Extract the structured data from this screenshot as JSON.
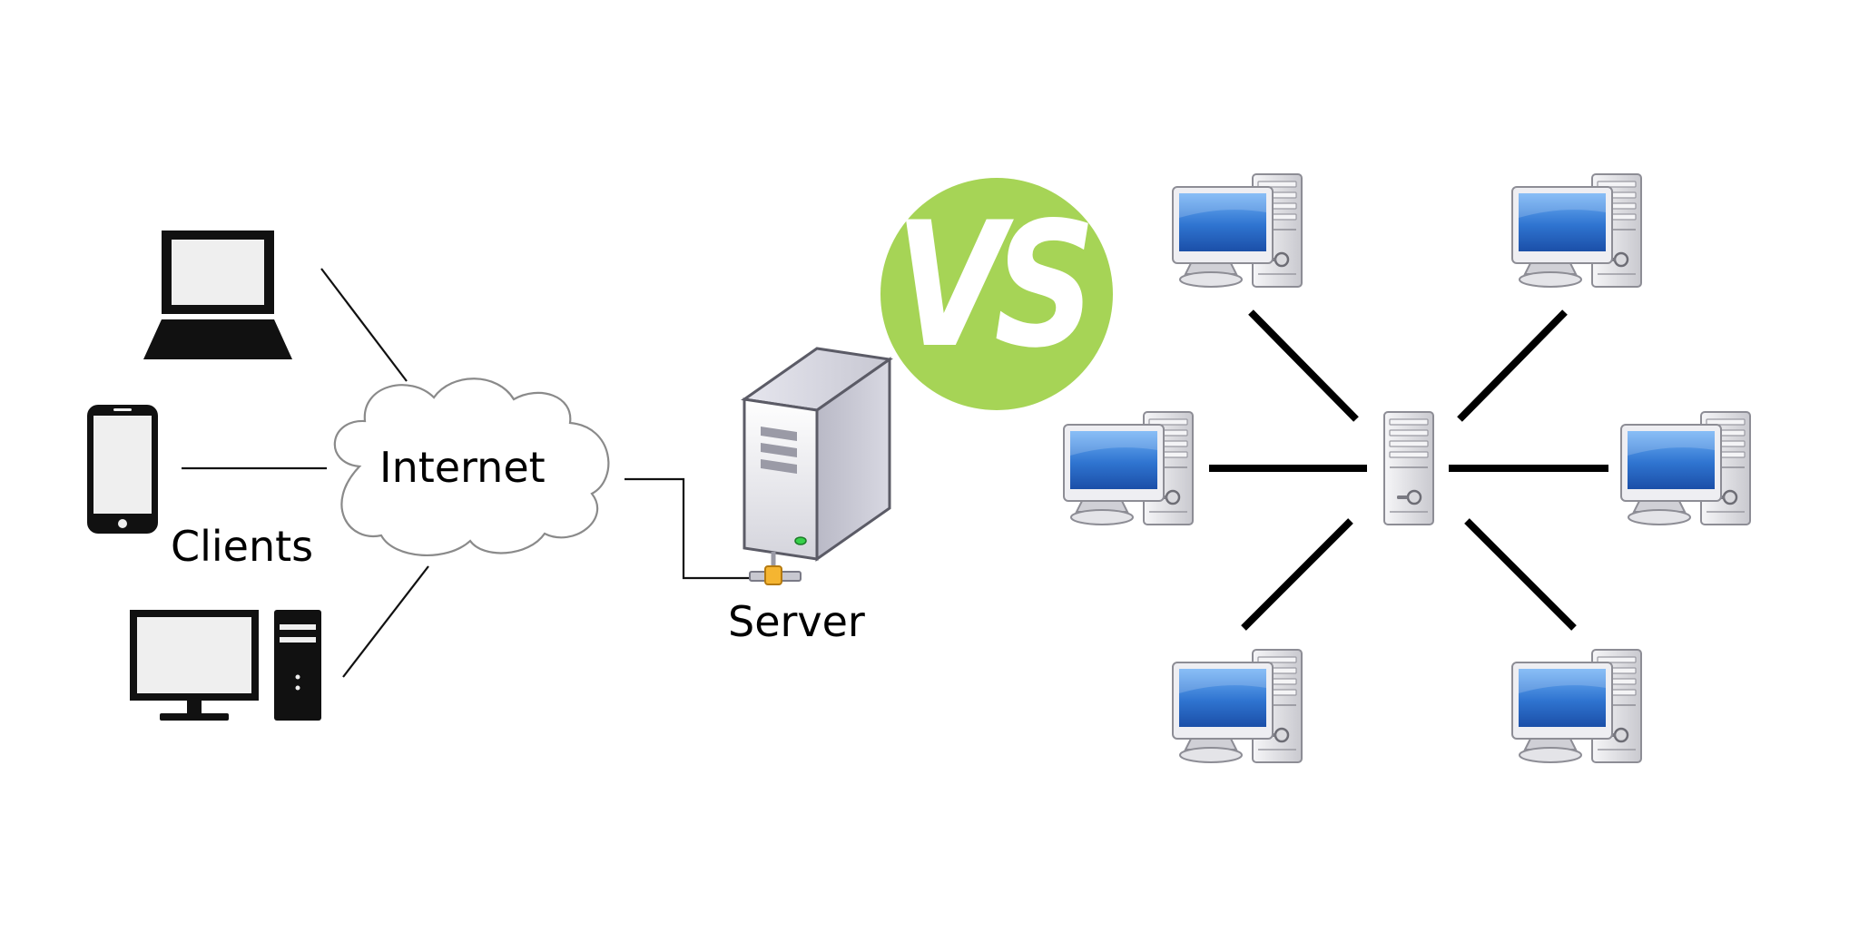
{
  "labels": {
    "internet": "Internet",
    "clients": "Clients",
    "server": "Server",
    "versus": "VS"
  },
  "colors": {
    "vs_badge": "#a6d456",
    "screen_blue": "#2f74d0",
    "device_black": "#111111",
    "device_screen": "#efefef",
    "cloud_stroke": "#8a8a8a",
    "case_silver": "#dcdce2"
  },
  "icons": {
    "laptop": "laptop-icon",
    "smartphone": "smartphone-icon",
    "desktop": "desktop-computer-icon",
    "cloud": "cloud-icon",
    "server": "server-tower-icon",
    "workstation": "workstation-icon",
    "hub": "hub-server-icon"
  }
}
